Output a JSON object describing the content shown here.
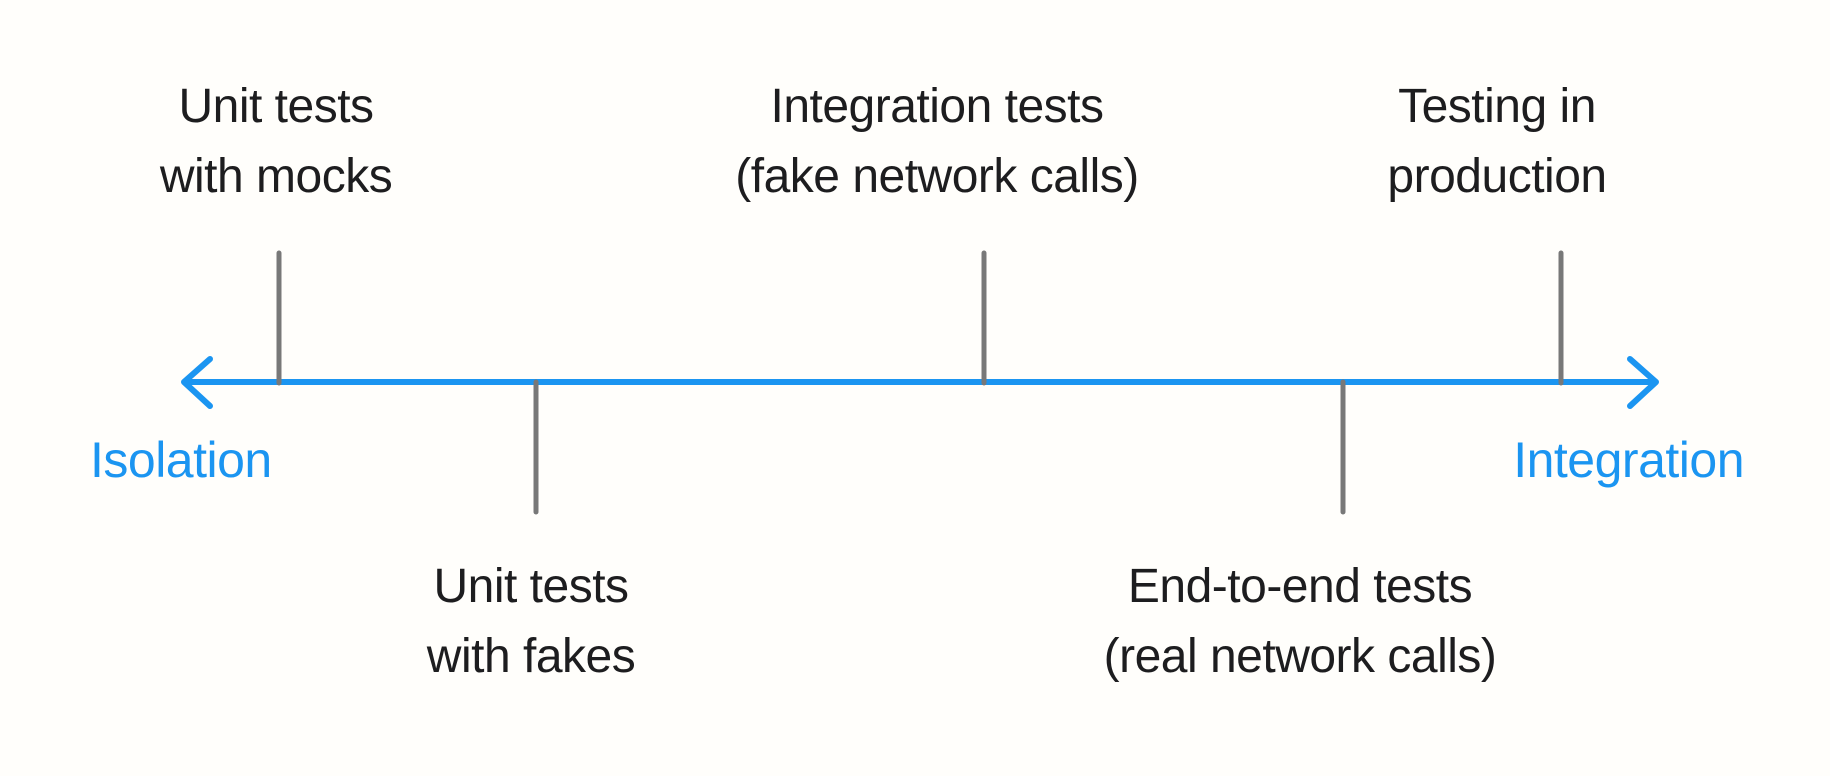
{
  "diagram": {
    "axis": {
      "left_pole_label": "Isolation",
      "right_pole_label": "Integration"
    },
    "labels": {
      "unit_mocks": {
        "line1": "Unit tests",
        "line2": "with mocks"
      },
      "integration_tests": {
        "line1": "Integration tests",
        "line2": "(fake network calls)"
      },
      "testing_production": {
        "line1": "Testing in",
        "line2": "production"
      },
      "unit_fakes": {
        "line1": "Unit tests",
        "line2": "with fakes"
      },
      "e2e": {
        "line1": "End-to-end tests",
        "line2": "(real network calls)"
      }
    },
    "colors": {
      "accent": "#1b95f1",
      "tick": "#787878",
      "text": "#1d1d1f",
      "background": "#fffefb"
    }
  }
}
